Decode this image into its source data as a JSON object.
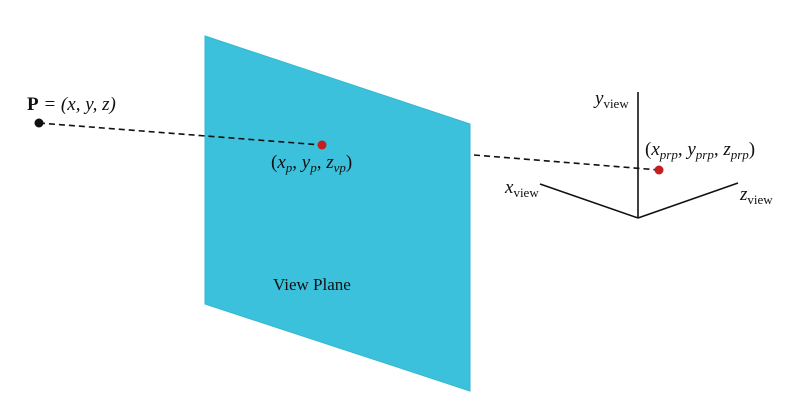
{
  "colors": {
    "plane_fill": "#3bc1dc",
    "plane_edge": "#37b7d2",
    "projection_point": "#c41e1e",
    "source_point": "#111111",
    "lines": "#111111"
  },
  "point_label": {
    "bold": "P",
    "rest": " = (x, y, z)"
  },
  "projection_label": {
    "x": "x",
    "x_sub": "p",
    "y": "y",
    "y_sub": "p",
    "z": "z",
    "z_sub": "vp"
  },
  "prp_label": {
    "x": "x",
    "x_sub": "prp",
    "y": "y",
    "y_sub": "prp",
    "z": "z",
    "z_sub": "prp"
  },
  "axes": {
    "y_var": "y",
    "y_sub": "view",
    "x_var": "x",
    "x_sub": "view",
    "z_var": "z",
    "z_sub": "view"
  },
  "plane_label": "View Plane"
}
